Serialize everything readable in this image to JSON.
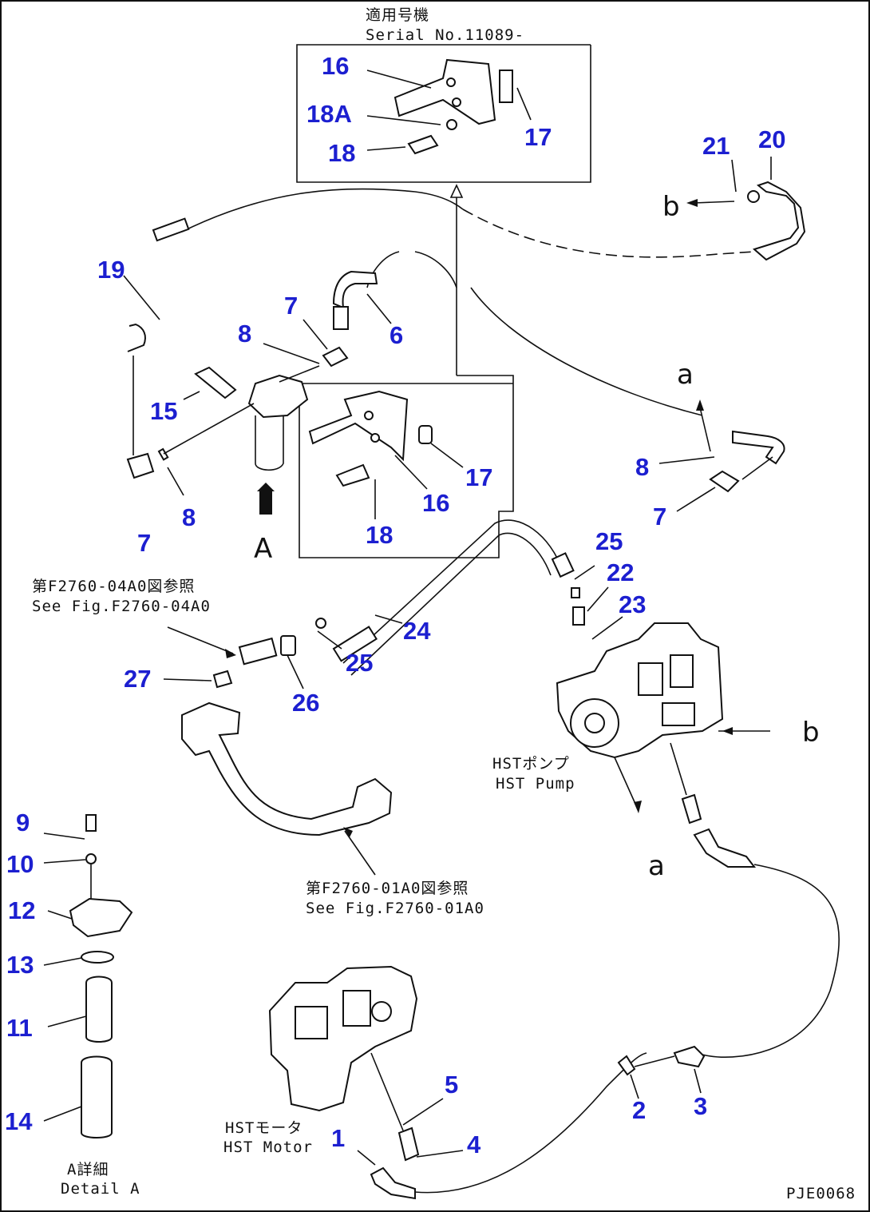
{
  "inset_top": {
    "caption_jp": "適用号機",
    "caption_en": "Serial No.11089-"
  },
  "parts": {
    "p1": "1",
    "p2": "2",
    "p3": "3",
    "p4": "4",
    "p5": "5",
    "p6": "6",
    "p7a": "7",
    "p7b": "7",
    "p7c": "7",
    "p8a": "8",
    "p8b": "8",
    "p8c": "8",
    "p9": "9",
    "p10": "10",
    "p11": "11",
    "p12": "12",
    "p13": "13",
    "p14": "14",
    "p15": "15",
    "p16a": "16",
    "p16b": "16",
    "p17a": "17",
    "p17b": "17",
    "p18a": "18",
    "p18b": "18",
    "p18A": "18A",
    "p19": "19",
    "p20": "20",
    "p21": "21",
    "p22": "22",
    "p23": "23",
    "p24": "24",
    "p25a": "25",
    "p25b": "25",
    "p26": "26",
    "p27": "27"
  },
  "refs": {
    "fig_04A0_jp": "第F2760-04A0図参照",
    "fig_04A0_en": "See Fig.F2760-04A0",
    "fig_01A0_jp": "第F2760-01A0図参照",
    "fig_01A0_en": "See Fig.F2760-01A0"
  },
  "labels": {
    "hst_pump_jp": "HSTポンプ",
    "hst_pump_en": "HST Pump",
    "hst_motor_jp": "HSTモータ",
    "hst_motor_en": "HST Motor",
    "detail_jp": "A詳細",
    "detail_en": "Detail A",
    "view_A": "A",
    "conn_a_top": "a",
    "conn_a_bottom": "a",
    "conn_b_left": "b",
    "conn_b_right": "b",
    "drawing_code": "PJE0068"
  }
}
